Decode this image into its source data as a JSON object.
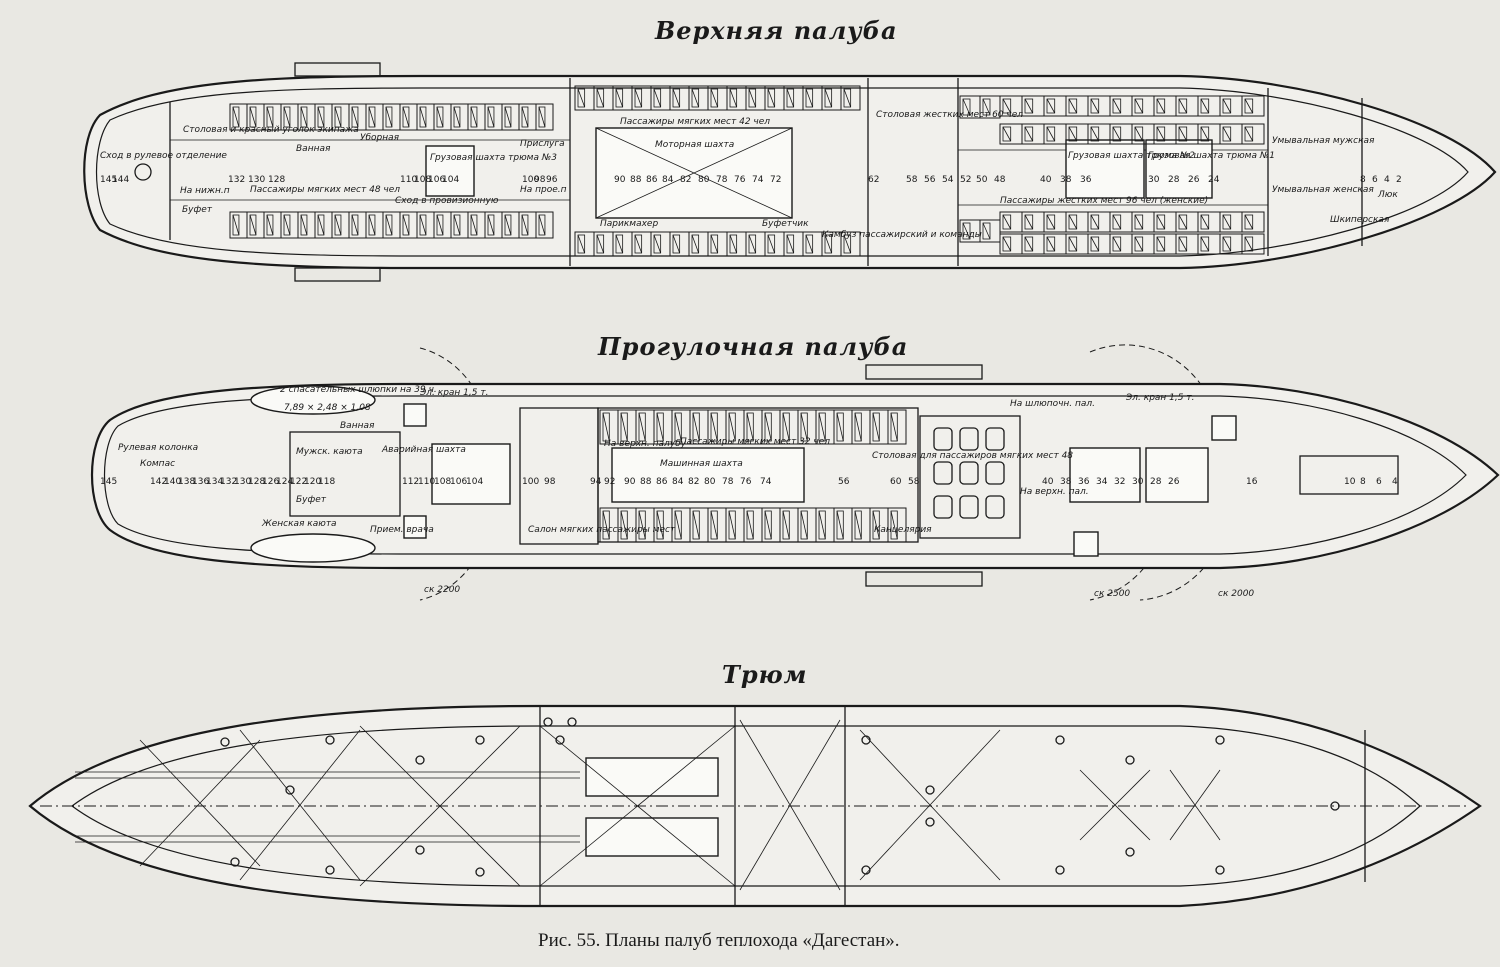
{
  "figure": {
    "caption": "Рис. 55. Планы палуб теплохода «Дагестан».",
    "decks": [
      {
        "title": "Верхняя палуба",
        "labels": [
          "Столовая и красный уголок экипажа",
          "Сход в рулевое отделение",
          "На нижн.п",
          "Ванная",
          "Уборная",
          "Грузовая шахта трюма №3",
          "Прислуга",
          "Пассажиры мягких мест 48 чел",
          "Буфет",
          "На проe.п",
          "Сход в провизионную",
          "Пассажиры мягких мест 42 чел",
          "Моторная шахта",
          "Парикмахер",
          "Буфетчик",
          "Столовая жестких мест 60 чел",
          "Камбуз пассажирский и команды",
          "Грузовая шахта трюма №2",
          "Грузовая шахта трюма №1",
          "Пассажиры жестких мест 96 чел (женские)",
          "Умывальная мужская",
          "Умывальная женская",
          "Люк",
          "Шкиперская"
        ],
        "numbers": [
          "145",
          "144",
          "132",
          "130",
          "128",
          "110",
          "108",
          "106",
          "104",
          "100",
          "98",
          "96",
          "90",
          "88",
          "86",
          "84",
          "82",
          "80",
          "78",
          "76",
          "74",
          "72",
          "62",
          "58",
          "56",
          "54",
          "52",
          "50",
          "48",
          "40",
          "38",
          "36",
          "30",
          "28",
          "26",
          "24",
          "8",
          "6",
          "4",
          "2"
        ]
      },
      {
        "title": "Прогулочная палуба",
        "labels": [
          "2 спасательных шлюпки на 39 ч.",
          "7,89 × 2,48 × 1,08",
          "Эл. кран 1,5 т.",
          "Рулевая колонка",
          "Компас",
          "Ванная",
          "Мужск. каюта",
          "Аварийная шахта",
          "Буфет",
          "Женская каюта",
          "Прием. врача",
          "Салон мягких пассажиры мест",
          "На верхн. палубу",
          "Пассажиры мягких мест 32 чел",
          "Машинная шахта",
          "Канцелярия",
          "Столовая для пассажиров мягких мест 48",
          "На шлюпочн. пал.",
          "Эл. кран 1,5 т.",
          "На верхн. пал.",
          "ск 2200",
          "ск 2500",
          "ск 2000"
        ],
        "numbers": [
          "145",
          "142",
          "140",
          "138",
          "136",
          "134",
          "132",
          "130",
          "128",
          "126",
          "124",
          "122",
          "120",
          "118",
          "112",
          "110",
          "108",
          "106",
          "104",
          "100",
          "98",
          "94",
          "92",
          "90",
          "88",
          "86",
          "84",
          "82",
          "80",
          "78",
          "76",
          "74",
          "56",
          "60",
          "58",
          "40",
          "38",
          "36",
          "34",
          "32",
          "30",
          "28",
          "26",
          "16",
          "10",
          "8",
          "6",
          "4"
        ]
      },
      {
        "title": "Трюм",
        "labels": [],
        "numbers": []
      }
    ]
  }
}
